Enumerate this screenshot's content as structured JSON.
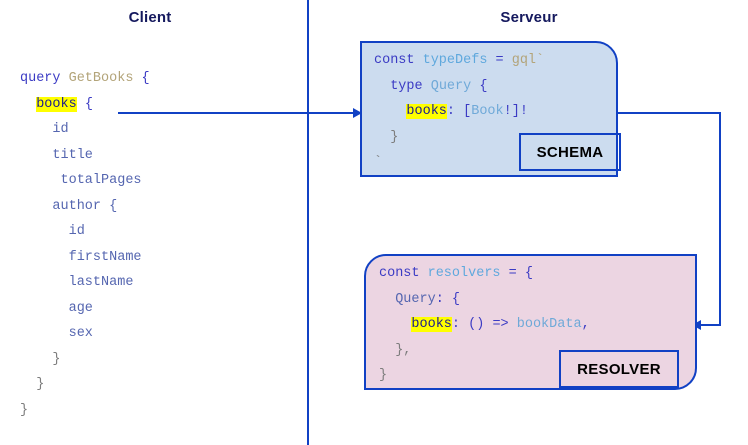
{
  "headings": {
    "client": "Client",
    "server": "Serveur"
  },
  "colors": {
    "accent_blue": "#1141c4",
    "schema_fill": "#ccdcef",
    "resolver_fill": "#ecd5e2",
    "highlight": "#ffff00",
    "title_color": "#15195e"
  },
  "client_query": {
    "lines": [
      {
        "indent": 0,
        "tokens": [
          {
            "text": "query ",
            "cls": "kw"
          },
          {
            "text": "GetBooks",
            "cls": "name"
          },
          {
            "text": " {",
            "cls": "plain"
          }
        ]
      },
      {
        "indent": 1,
        "tokens": [
          {
            "text": "books",
            "cls": "hl"
          },
          {
            "text": " {",
            "cls": "plain"
          }
        ]
      },
      {
        "indent": 2,
        "tokens": [
          {
            "text": "id",
            "cls": "field"
          }
        ]
      },
      {
        "indent": 2,
        "tokens": [
          {
            "text": "title",
            "cls": "field"
          }
        ]
      },
      {
        "indent": 2,
        "tokens": [
          {
            "text": " totalPages",
            "cls": "field"
          }
        ]
      },
      {
        "indent": 2,
        "tokens": [
          {
            "text": "author {",
            "cls": "field"
          }
        ]
      },
      {
        "indent": 3,
        "tokens": [
          {
            "text": "id",
            "cls": "field"
          }
        ]
      },
      {
        "indent": 3,
        "tokens": [
          {
            "text": "firstName",
            "cls": "field"
          }
        ]
      },
      {
        "indent": 3,
        "tokens": [
          {
            "text": "lastName",
            "cls": "field"
          }
        ]
      },
      {
        "indent": 3,
        "tokens": [
          {
            "text": "age",
            "cls": "field"
          }
        ]
      },
      {
        "indent": 3,
        "tokens": [
          {
            "text": "sex",
            "cls": "field"
          }
        ]
      },
      {
        "indent": 2,
        "tokens": [
          {
            "text": "}",
            "cls": "brace"
          }
        ]
      },
      {
        "indent": 1,
        "tokens": [
          {
            "text": "}",
            "cls": "brace"
          }
        ]
      },
      {
        "indent": 0,
        "tokens": [
          {
            "text": "}",
            "cls": "brace"
          }
        ]
      }
    ]
  },
  "schema": {
    "tag": "SCHEMA",
    "lines": [
      {
        "indent": 0,
        "tokens": [
          {
            "text": "const ",
            "cls": "kw"
          },
          {
            "text": "typeDefs",
            "cls": "ident"
          },
          {
            "text": " = ",
            "cls": "plain"
          },
          {
            "text": "gql`",
            "cls": "name"
          }
        ]
      },
      {
        "indent": 1,
        "tokens": [
          {
            "text": "type ",
            "cls": "kw"
          },
          {
            "text": "Query",
            "cls": "type"
          },
          {
            "text": " {",
            "cls": "plain"
          }
        ]
      },
      {
        "indent": 2,
        "tokens": [
          {
            "text": "books",
            "cls": "hl"
          },
          {
            "text": ": [",
            "cls": "plain"
          },
          {
            "text": "Book",
            "cls": "type"
          },
          {
            "text": "!]!",
            "cls": "plain"
          }
        ]
      },
      {
        "indent": 1,
        "tokens": [
          {
            "text": "}",
            "cls": "brace"
          }
        ]
      },
      {
        "indent": 0,
        "tokens": [
          {
            "text": "`",
            "cls": "brace"
          }
        ]
      }
    ]
  },
  "resolver": {
    "tag": "RESOLVER",
    "lines": [
      {
        "indent": 0,
        "tokens": [
          {
            "text": "const ",
            "cls": "kw"
          },
          {
            "text": "resolvers",
            "cls": "ident"
          },
          {
            "text": " = {",
            "cls": "plain"
          }
        ]
      },
      {
        "indent": 1,
        "tokens": [
          {
            "text": "Query",
            "cls": "field"
          },
          {
            "text": ": {",
            "cls": "plain"
          }
        ]
      },
      {
        "indent": 2,
        "tokens": [
          {
            "text": "books",
            "cls": "hl"
          },
          {
            "text": ": () ",
            "cls": "plain"
          },
          {
            "text": "=>",
            "cls": "punc"
          },
          {
            "text": " ",
            "cls": "plain"
          },
          {
            "text": "bookData",
            "cls": "type"
          },
          {
            "text": ",",
            "cls": "plain"
          }
        ]
      },
      {
        "indent": 1,
        "tokens": [
          {
            "text": "},",
            "cls": "brace"
          }
        ]
      },
      {
        "indent": 0,
        "tokens": [
          {
            "text": "}",
            "cls": "brace"
          }
        ]
      }
    ]
  },
  "connectors": [
    {
      "name": "client-to-schema",
      "from": "client books field",
      "to": "schema books definition"
    },
    {
      "name": "schema-to-resolver",
      "from": "schema box right edge",
      "to": "resolver box right edge"
    }
  ]
}
